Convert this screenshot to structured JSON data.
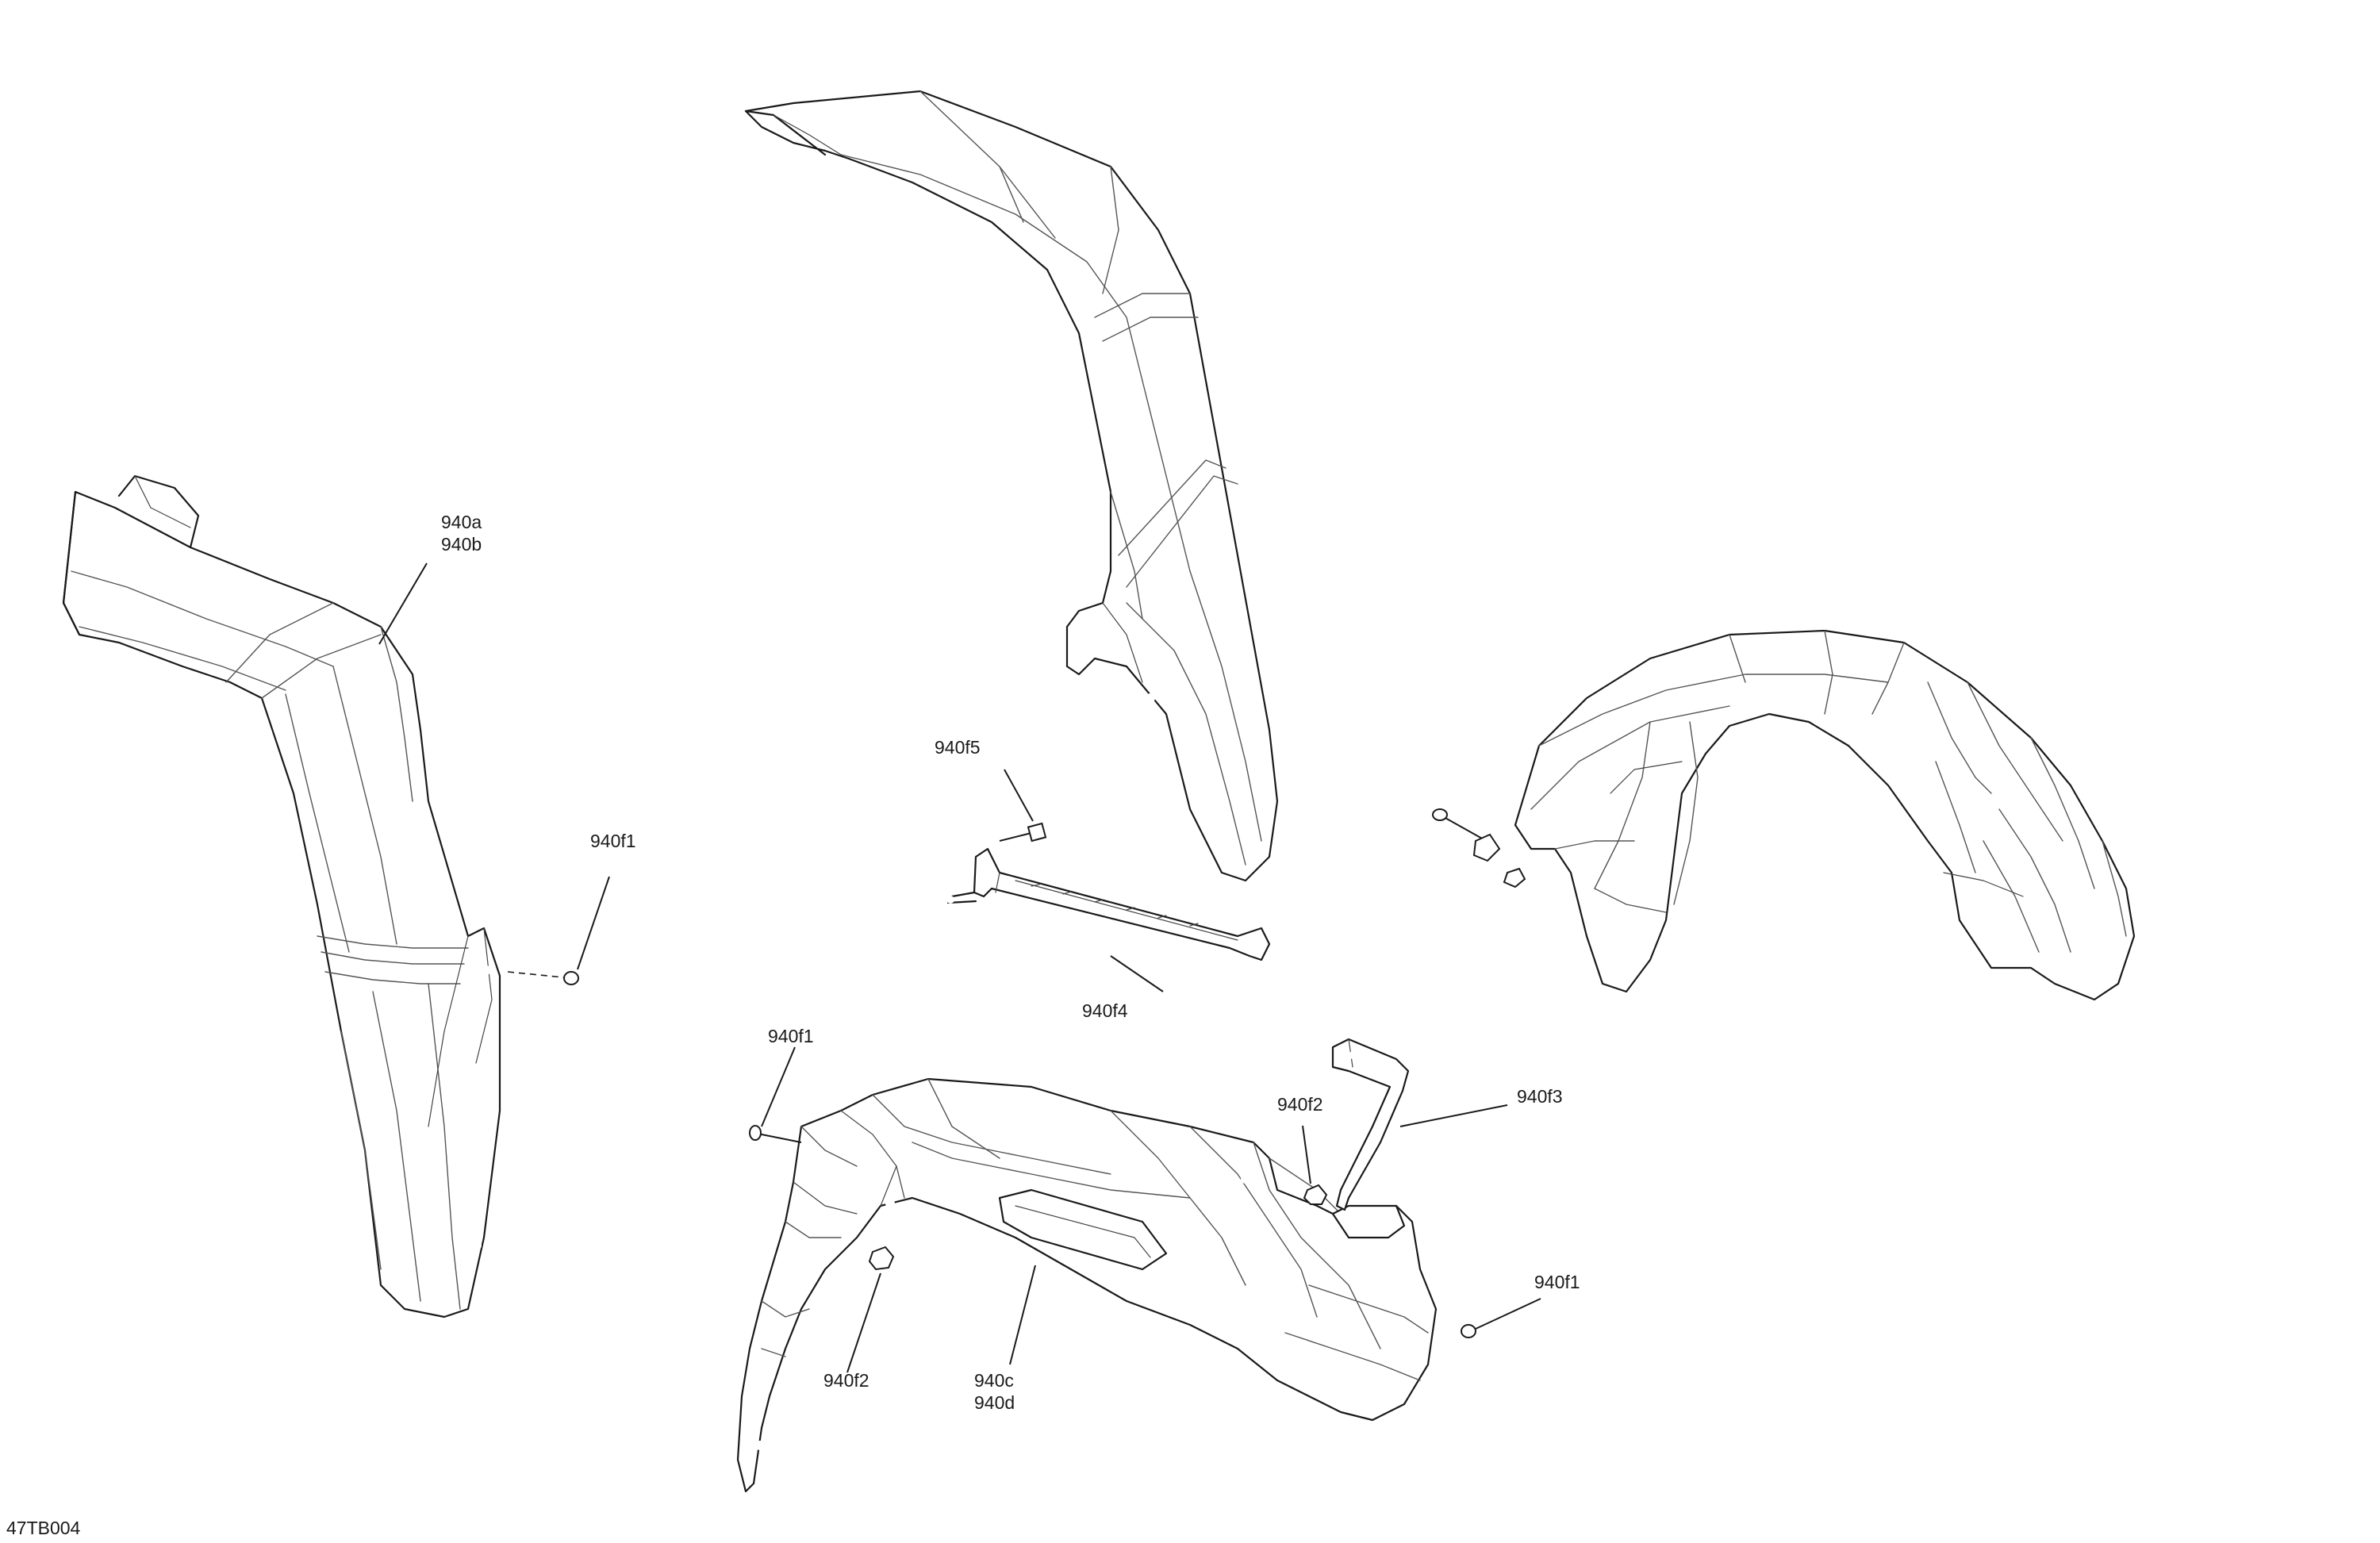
{
  "figure_id": "47TB004",
  "callouts": {
    "front_left_a": "940a",
    "front_left_b": "940b",
    "rear_c": "940c",
    "rear_d": "940d",
    "f1_left": "940f1",
    "f1_bottom": "940f1",
    "f1_right": "940f1",
    "f2_upper": "940f2",
    "f2_lower": "940f2",
    "f3": "940f3",
    "f4": "940f4",
    "f5": "940f5"
  }
}
